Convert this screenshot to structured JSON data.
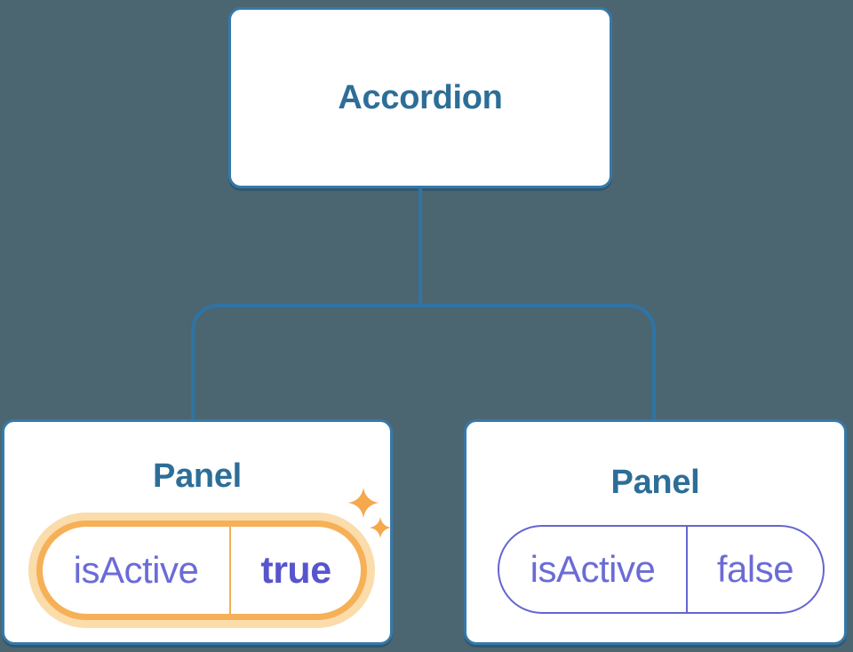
{
  "diagram": {
    "root": {
      "label": "Accordion"
    },
    "panels": [
      {
        "label": "Panel",
        "state_name": "isActive",
        "state_value": "true",
        "highlighted": true
      },
      {
        "label": "Panel",
        "state_name": "isActive",
        "state_value": "false",
        "highlighted": false
      }
    ]
  },
  "icons": [
    {
      "name": "sparkles-icon",
      "meaning": "state just changed / highlighted state"
    }
  ],
  "colors": {
    "background": "#4c6671",
    "node_fill": "#ffffff",
    "node_border": "#3679a9",
    "node_text": "#2d6e98",
    "connector": "#2e74a5",
    "state_text": "#6b6bd7",
    "state_value_active_text": "#5755cc",
    "active_pill_border": "#f6b057",
    "active_pill_halo": "#fbdcab",
    "inactive_pill_border": "#6565d0",
    "sparkle": "#f5a84c"
  }
}
